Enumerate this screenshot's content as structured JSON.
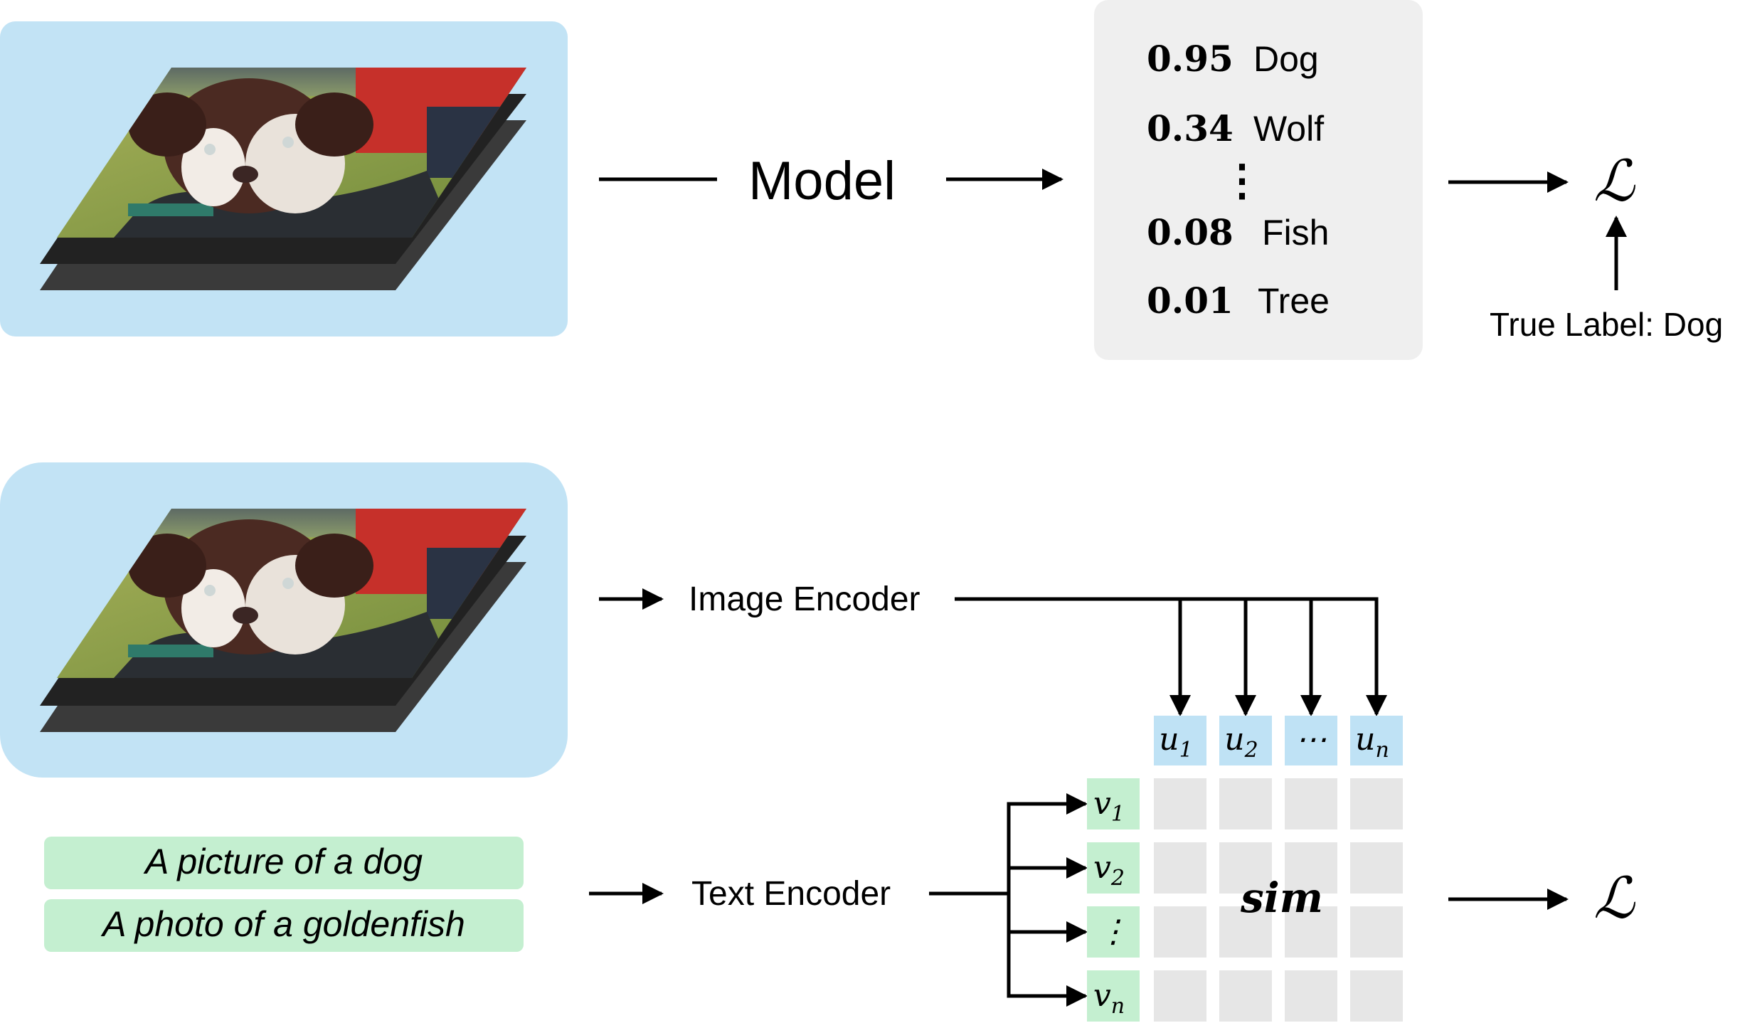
{
  "colors": {
    "image_panel": "#c2e3f5",
    "score_panel": "#efefef",
    "caption_fill": "#c4efd0",
    "u_cell": "#bfe2f5",
    "v_cell": "#c4efd0",
    "matrix_cell": "#e6e6e6",
    "ink": "#000000",
    "card_dark": "#3a3a3a"
  },
  "icons": [
    "dog-photo-icon",
    "stacked-card-icon",
    "arrow-right-icon",
    "arrow-up-icon",
    "arrow-down-icon"
  ],
  "top": {
    "model_label": "Model",
    "scores": [
      {
        "value": "0.95",
        "label": "Dog"
      },
      {
        "value": "0.34",
        "label": "Wolf"
      },
      {
        "value": "0.08",
        "label": "Fish"
      },
      {
        "value": "0.01",
        "label": "Tree"
      }
    ],
    "vdots": "⋮",
    "loss_symbol": "ℒ",
    "true_label": "True Label: Dog"
  },
  "bottom": {
    "image_encoder_label": "Image Encoder",
    "text_encoder_label": "Text Encoder",
    "captions": [
      "A picture of a dog",
      "A photo of a goldenfish"
    ],
    "u_labels": [
      {
        "base": "u",
        "sub": "1"
      },
      {
        "base": "u",
        "sub": "2"
      },
      {
        "base": "⋯",
        "sub": ""
      },
      {
        "base": "u",
        "sub": "n"
      }
    ],
    "v_labels": [
      {
        "base": "v",
        "sub": "1"
      },
      {
        "base": "v",
        "sub": "2"
      },
      {
        "base": "⋮",
        "sub": ""
      },
      {
        "base": "v",
        "sub": "n"
      }
    ],
    "sim_label": "sim",
    "loss_symbol": "ℒ"
  }
}
